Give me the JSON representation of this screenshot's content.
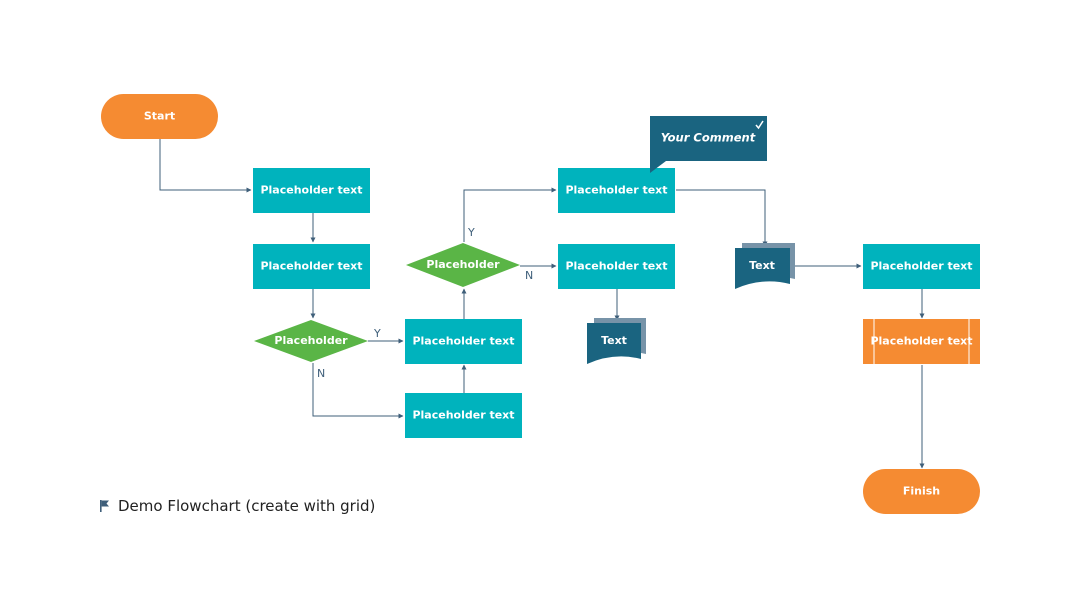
{
  "colors": {
    "teal": "#00b3bd",
    "green": "#5ab546",
    "orange": "#f58b32",
    "dark_teal": "#1a6480",
    "edge": "#3f5f7a"
  },
  "nodes": {
    "start": "Start",
    "p1": "Placeholder text",
    "p2": "Placeholder text",
    "d1": "Placeholder",
    "p3": "Placeholder text",
    "p4": "Placeholder text",
    "d2": "Placeholder",
    "p5": "Placeholder text",
    "p6": "Placeholder text",
    "doc1": "Text",
    "doc2": "Text",
    "p7": "Placeholder text",
    "p8": "Placeholder text",
    "finish": "Finish"
  },
  "comment": {
    "text": "Your Comment",
    "check_icon": "checkmark-icon"
  },
  "edge_labels": {
    "d1_yes": "Y",
    "d1_no": "N",
    "d2_yes": "Y",
    "d2_no": "N"
  },
  "footer": {
    "icon": "flag-icon",
    "title": "Demo Flowchart (create with grid)"
  }
}
